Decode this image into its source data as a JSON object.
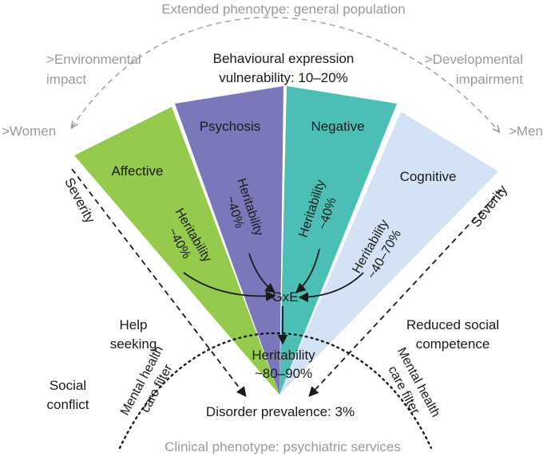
{
  "header": {
    "top_label": "Extended phenotype: general population",
    "bottom_label": "Clinical phenotype: psychiatric services",
    "behaviour_line1": "Behavioural expression",
    "behaviour_line2": "vulnerability: 10–20%"
  },
  "side_labels": {
    "env_line1": ">Environmental",
    "env_line2": "impact",
    "dev_line1": ">Developmental",
    "dev_line2": "impairment",
    "women": ">Women",
    "men": ">Men",
    "severity_left": "Severity",
    "severity_right": "Severity",
    "help_line1": "Help",
    "help_line2": "seeking",
    "social_line1": "Social",
    "social_line2": "conflict",
    "reduced_line1": "Reduced social",
    "reduced_line2": "competence",
    "filter_left_line1": "Mental health",
    "filter_left_line2": "care filter",
    "filter_right_line1": "Mental health",
    "filter_right_line2": "care filter"
  },
  "domains": [
    {
      "label": "Affective",
      "heritability_label": "Heritability",
      "heritability_value": "~40%",
      "color": "#8cc63e"
    },
    {
      "label": "Psychosis",
      "heritability_label": "Heritability",
      "heritability_value": "~40%",
      "color": "#6f6cb5"
    },
    {
      "label": "Negative",
      "heritability_label": "Heritability",
      "heritability_value": "~40%",
      "color": "#3cbab0"
    },
    {
      "label": "Cognitive",
      "heritability_label": "Heritability",
      "heritability_value": "~40–70%",
      "color": "#cfdff3"
    }
  ],
  "center": {
    "gxe": "GxE",
    "heritability_label": "Heritability",
    "heritability_value": "~80–90%",
    "prevalence": "Disorder prevalence: 3%"
  },
  "colors": {
    "text": "#1a1a1a",
    "grey_text": "#9a9a9a",
    "dashed_arc": "#a8a8a8"
  }
}
